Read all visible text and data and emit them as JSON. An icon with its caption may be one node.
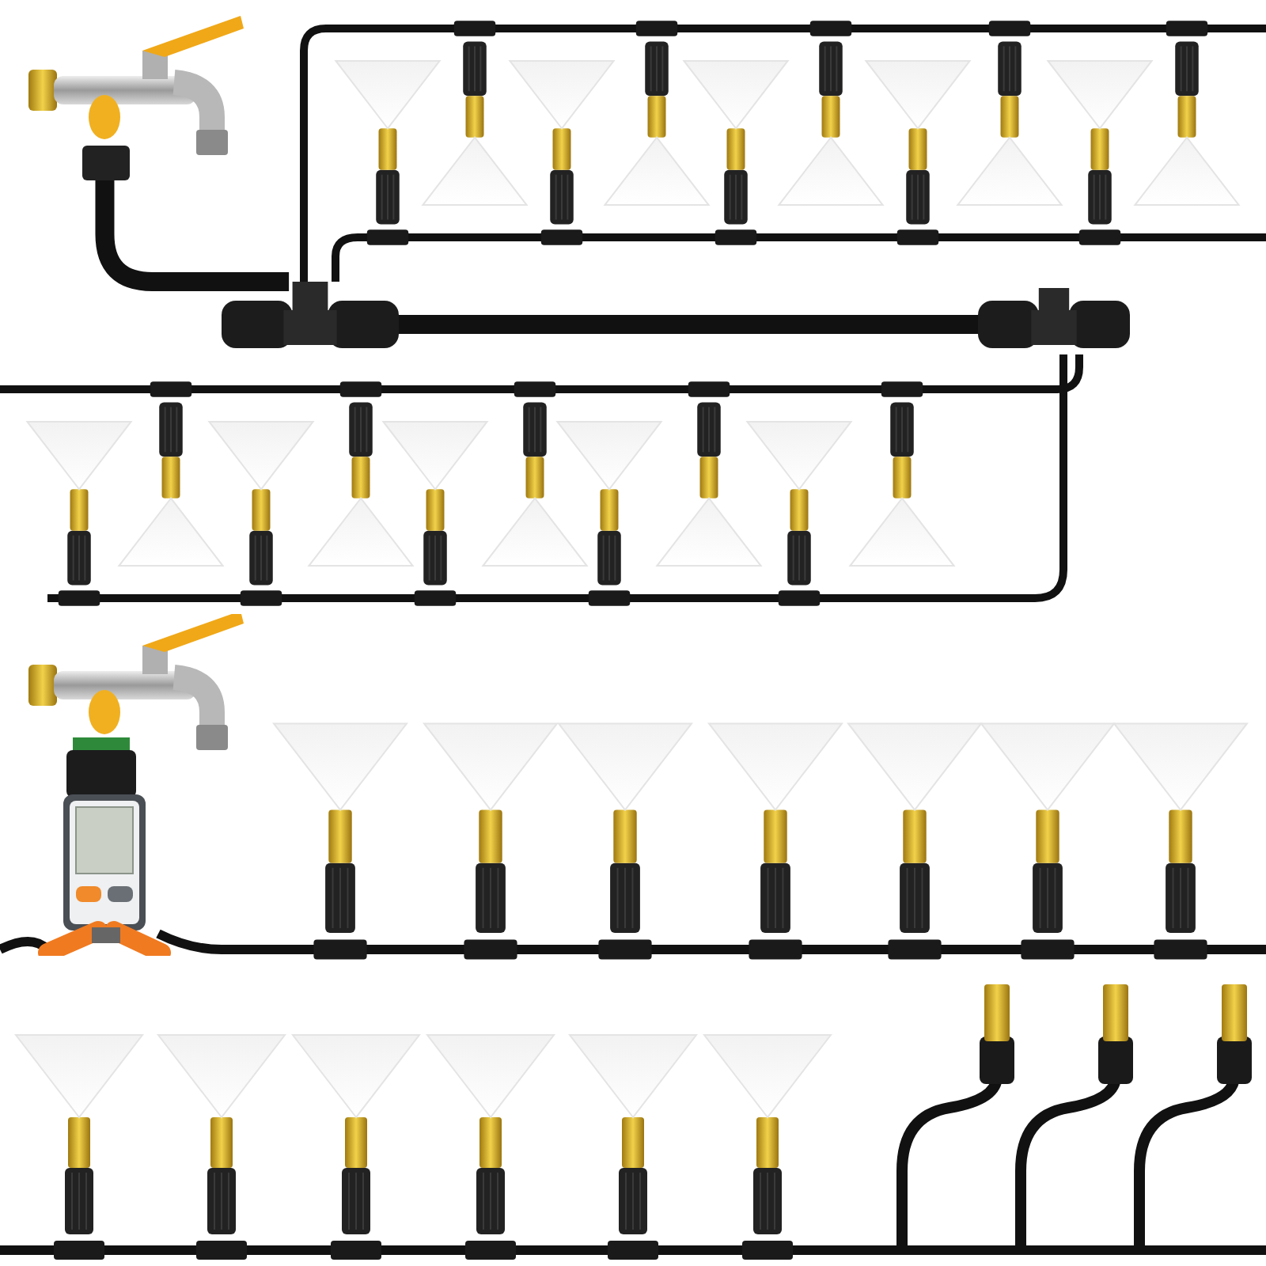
{
  "diagram": {
    "nodes": [
      {
        "text": [],
        "shape": "picture"
      },
      {
        "text": [],
        "shape": "picture"
      },
      {
        "text": [],
        "shape": "picture"
      },
      {
        "text": [],
        "shape": "picture"
      }
    ],
    "edges": [
      {
        "from": 0,
        "to": 1,
        "arrow": "none"
      },
      {
        "from": 1,
        "to": 2,
        "arrow": "none"
      }
    ]
  }
}
